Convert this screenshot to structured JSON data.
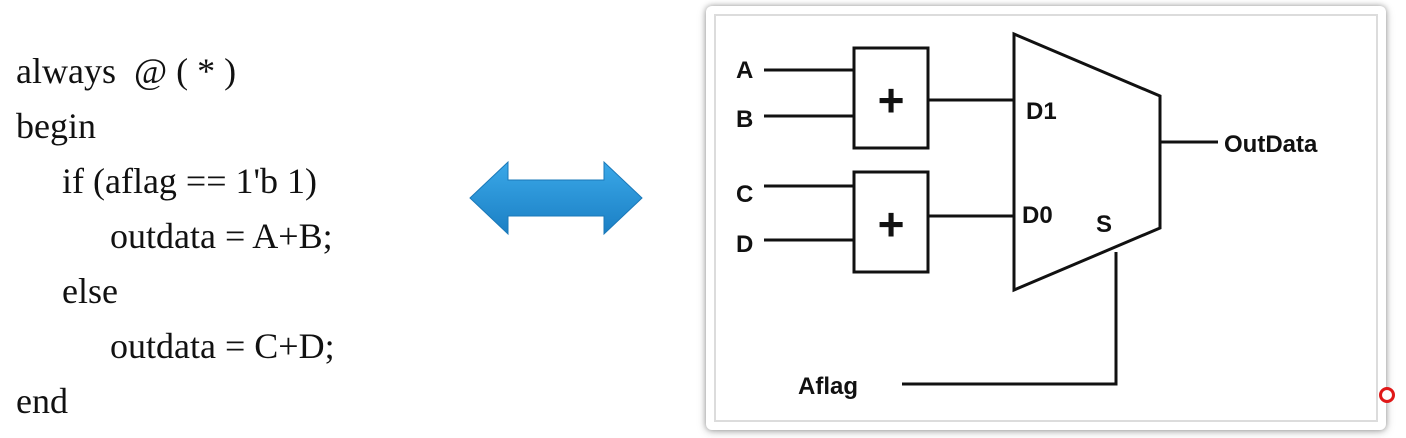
{
  "code": {
    "lines": [
      "always  @ ( * )",
      "begin",
      "if (aflag == 1'b 1)",
      "outdata = A+B;",
      "else",
      "outdata = C+D;",
      "end"
    ]
  },
  "arrow": {
    "icon": "double-arrow-icon",
    "color": "#1f8fd4"
  },
  "circuit": {
    "inputs": {
      "a": "A",
      "b": "B",
      "c": "C",
      "d": "D"
    },
    "adder_symbol": "+",
    "mux": {
      "d1": "D1",
      "d0": "D0",
      "select": "S"
    },
    "output": "OutData",
    "control": "Aflag"
  },
  "indicator": {
    "icon": "record-dot-icon",
    "color": "#e01818"
  }
}
